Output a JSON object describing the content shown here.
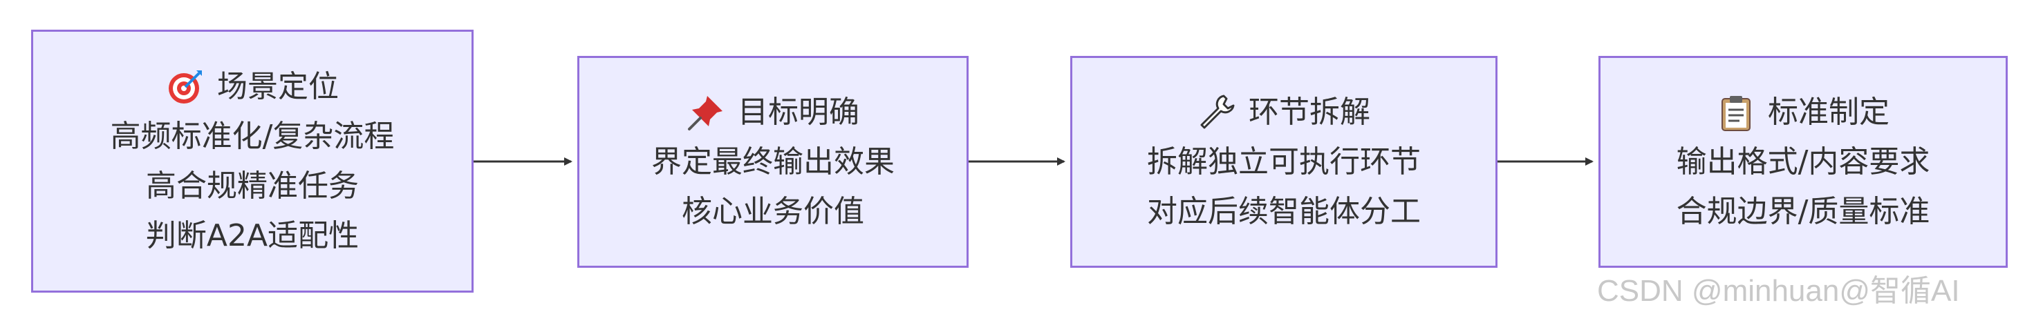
{
  "nodes": [
    {
      "icon": "target-icon",
      "title": "场景定位",
      "lines": [
        "高频标准化/复杂流程",
        "高合规精准任务",
        "判断A2A适配性"
      ]
    },
    {
      "icon": "pushpin-icon",
      "title": "目标明确",
      "lines": [
        "界定最终输出效果",
        "核心业务价值"
      ]
    },
    {
      "icon": "wrench-icon",
      "title": "环节拆解",
      "lines": [
        "拆解独立可执行环节",
        "对应后续智能体分工"
      ]
    },
    {
      "icon": "clipboard-icon",
      "title": "标准制定",
      "lines": [
        "输出格式/内容要求",
        "合规边界/质量标准"
      ]
    }
  ],
  "watermark": "CSDN @minhuan@智循AI",
  "colors": {
    "node_fill": "#ECECFF",
    "node_border": "#9370DB",
    "arrow": "#333333",
    "text": "#333333"
  }
}
